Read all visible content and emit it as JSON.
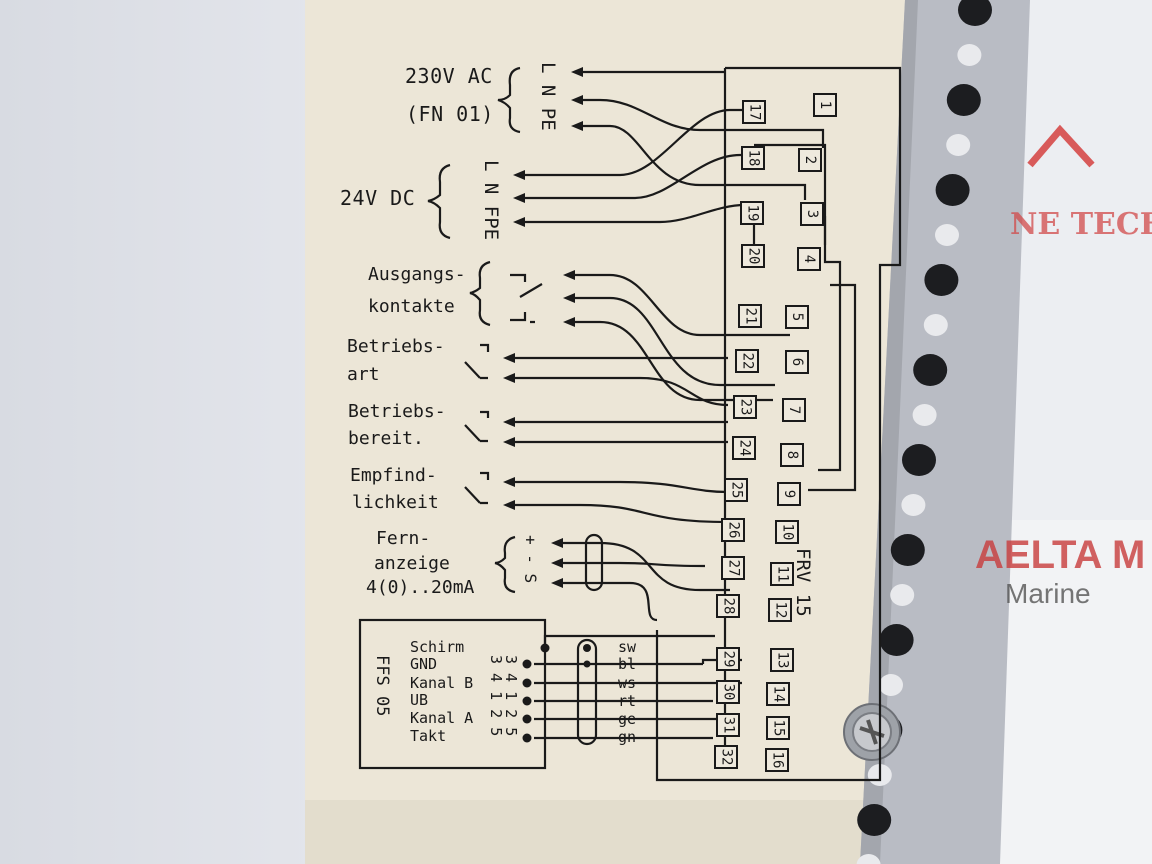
{
  "supply": {
    "ac_voltage": "230V AC",
    "ac_variant": "(FN 01)",
    "ac_conductors": "L N PE",
    "dc_voltage": "24V DC",
    "dc_conductors": "L N FPE"
  },
  "contacts": {
    "output": [
      "Ausgangs-",
      "kontakte"
    ],
    "mode": [
      "Betriebs-",
      "art"
    ],
    "ready": [
      "Betriebs-",
      "bereit."
    ],
    "sensitivity": [
      "Empfind-",
      "lichkeit"
    ],
    "remote": [
      "Fern-",
      "anzeige",
      "4(0)..20mA"
    ],
    "remote_polarity": "+ - S"
  },
  "sensor": {
    "model": "FFS 05",
    "signals": [
      "Schirm",
      "GND",
      "Kanal B",
      "UB",
      "Kanal A",
      "Takt"
    ],
    "pin_columns": [
      "3 4 1 2 5",
      "3 4 1 2 5"
    ],
    "wire_colors": [
      "sw",
      "bl",
      "ws",
      "rt",
      "ge",
      "gn"
    ]
  },
  "device": {
    "model": "FRV 15",
    "terminals_outer": [
      "1",
      "2",
      "3",
      "4",
      "5",
      "6",
      "7",
      "8",
      "9",
      "10",
      "11",
      "12",
      "13",
      "14",
      "15",
      "16"
    ],
    "terminals_inner": [
      "17",
      "18",
      "19",
      "20",
      "21",
      "22",
      "23",
      "24",
      "25",
      "26",
      "27",
      "28",
      "29",
      "30",
      "31",
      "32"
    ]
  },
  "background_logo": "NE TECH",
  "background_logo_2": "AELTA M",
  "background_logo_3": "Marine",
  "colors": {
    "label_paper": "#ece6d7",
    "ink": "#1a1a1a",
    "rail": "#b9bcc4",
    "accent_red": "#c94040"
  }
}
